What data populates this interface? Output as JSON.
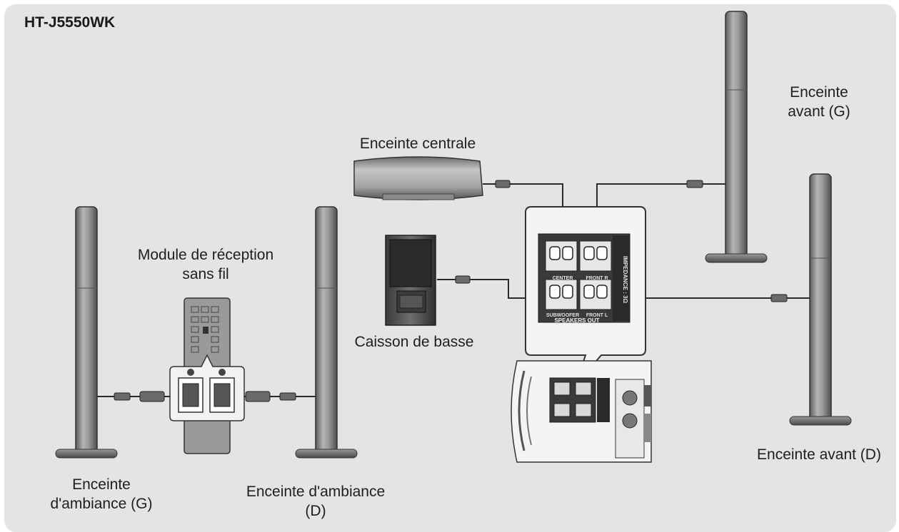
{
  "model": "HT-J5550WK",
  "labels": {
    "front_left_1": "Enceinte",
    "front_left_2": "avant (G)",
    "center": "Enceinte centrale",
    "wireless_1": "Module de réception",
    "wireless_2": "sans fil",
    "subwoofer": "Caisson de basse",
    "front_right": "Enceinte avant (D)",
    "surround_left_1": "Enceinte",
    "surround_left_2": "d'ambiance (G)",
    "surround_right_1": "Enceinte d'ambiance",
    "surround_right_2": "(D)"
  },
  "panel_text": {
    "impedance": "IMPEDANCE : 3Ω",
    "center": "CENTER",
    "front_r": "FRONT R",
    "subwoofer": "SUBWOOFER",
    "front_l": "FRONT L",
    "speakers_out": "SPEAKERS OUT"
  },
  "colors": {
    "panel_bg": "#e4e4e4",
    "line": "#2a2a2a",
    "speaker_body": "#8c8c8c"
  }
}
